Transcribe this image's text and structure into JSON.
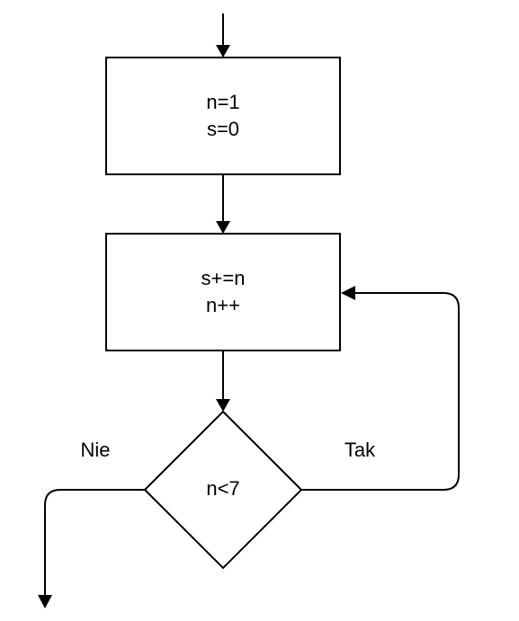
{
  "diagram": {
    "nodes": {
      "init": {
        "lines": [
          "n=1",
          "s=0"
        ]
      },
      "loop": {
        "lines": [
          "s+=n",
          "n++"
        ]
      },
      "decision": {
        "label": "n<7"
      }
    },
    "edges": {
      "yes_label": "Tak",
      "no_label": "Nie"
    }
  }
}
